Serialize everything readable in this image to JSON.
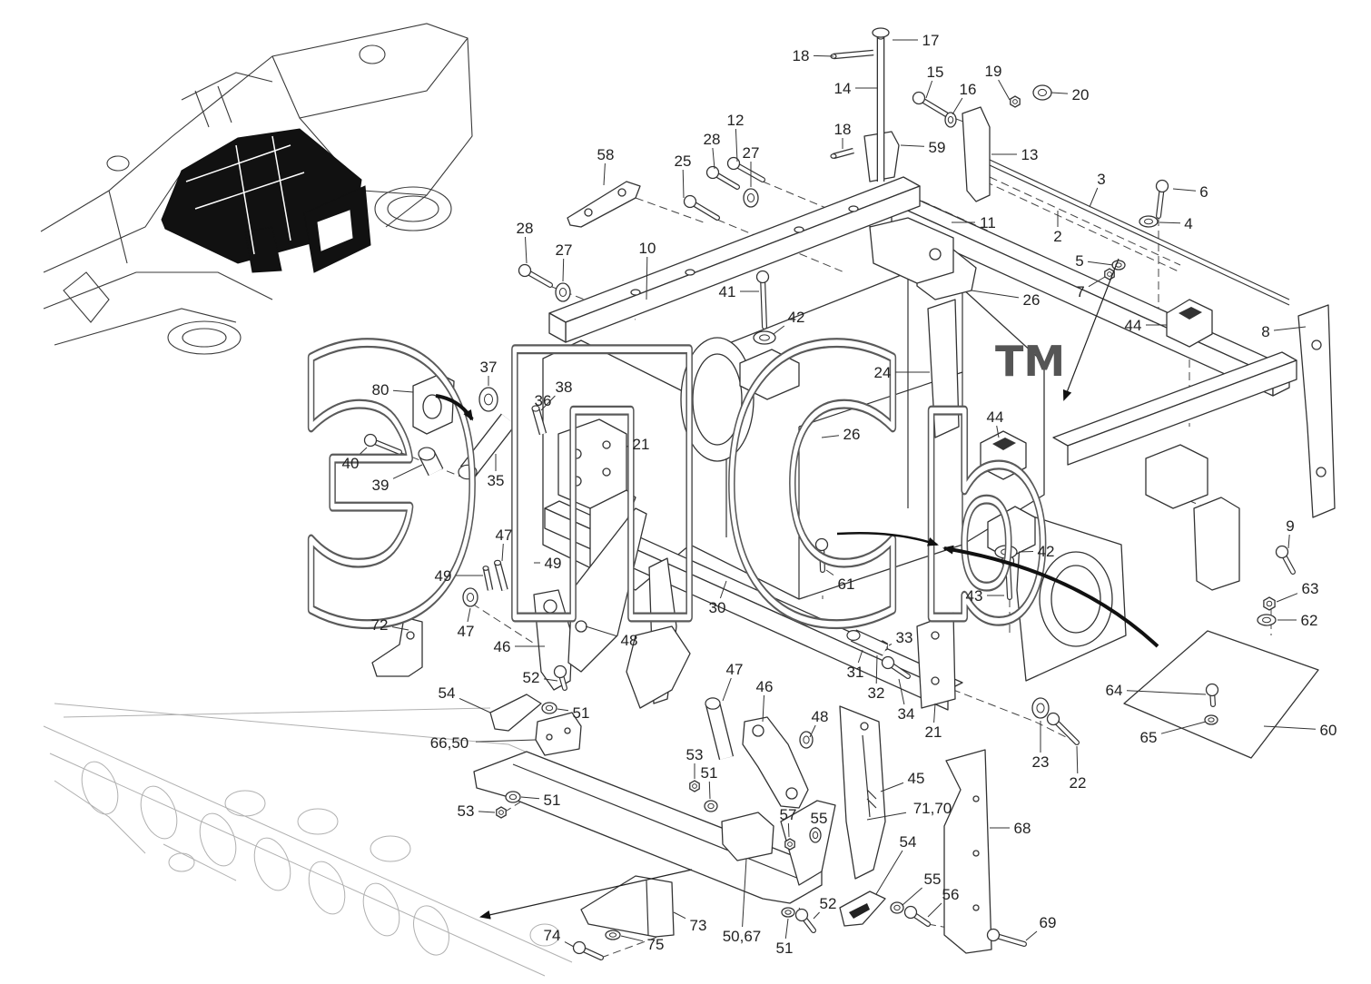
{
  "diagram": {
    "callouts": [
      "18",
      "17",
      "15",
      "19",
      "20",
      "16",
      "14",
      "12",
      "18",
      "59",
      "13",
      "58",
      "28",
      "27",
      "25",
      "3",
      "6",
      "11",
      "4",
      "2",
      "28",
      "27",
      "10",
      "5",
      "7",
      "41",
      "26",
      "42",
      "44",
      "8",
      "37",
      "24",
      "80",
      "38",
      "36",
      "44",
      "26",
      "21",
      "40",
      "35",
      "39",
      "9",
      "47",
      "42",
      "49",
      "49",
      "61",
      "43",
      "63",
      "30",
      "47",
      "62",
      "72",
      "33",
      "48",
      "46",
      "31",
      "47",
      "52",
      "32",
      "46",
      "54",
      "64",
      "34",
      "51",
      "48",
      "21",
      "60",
      "66,50",
      "65",
      "23",
      "53",
      "51",
      "45",
      "22",
      "51",
      "71,70",
      "53",
      "57",
      "55",
      "68",
      "54",
      "55",
      "56",
      "52",
      "69",
      "73",
      "74",
      "50,67",
      "75",
      "51"
    ]
  },
  "watermark": {
    "main": "эпс",
    "small": "b",
    "tm": "TM"
  },
  "colors": {
    "line": "#333333",
    "watermark": "#5a5a5a",
    "inset_fill": "#111111"
  }
}
